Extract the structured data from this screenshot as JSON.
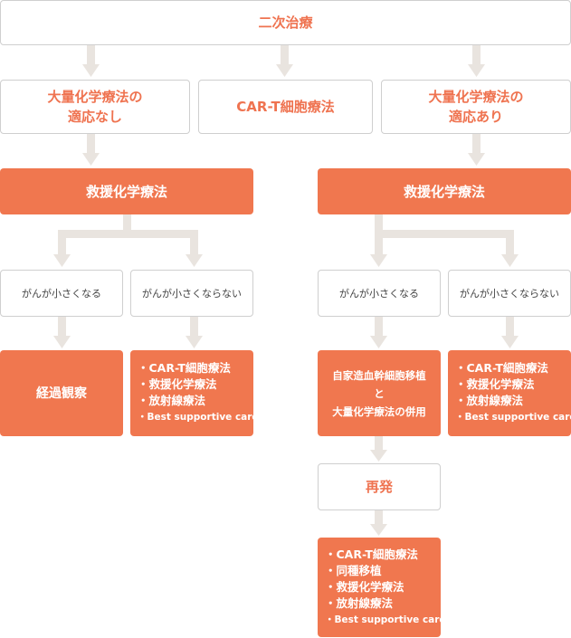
{
  "top": {
    "label": "二次治療"
  },
  "left_branch": {
    "line1": "大量化学療法の",
    "line2": "適応なし"
  },
  "center_branch": {
    "label": "CAR-T細胞療法"
  },
  "right_branch": {
    "line1": "大量化学療法の",
    "line2": "適応あり"
  },
  "salvage_left": {
    "label": "救援化学療法"
  },
  "salvage_right": {
    "label": "救援化学療法"
  },
  "response": {
    "shrinks": "がんが小さくなる",
    "not_shrinks": "がんが小さくならない"
  },
  "outcomes": {
    "observation": "経過観察",
    "left_list": [
      "・CAR-T細胞療法",
      "・救援化学療法",
      "・放射線療法",
      "・Best supportive care"
    ],
    "combo": {
      "line1": "自家造血幹細胞移植",
      "line2": "と",
      "line3": "大量化学療法の併用"
    },
    "right_list": [
      "・CAR-T細胞療法",
      "・救援化学療法",
      "・放射線療法",
      "・Best supportive care"
    ]
  },
  "relapse": {
    "label": "再発"
  },
  "relapse_list": [
    "・CAR-T細胞療法",
    "・同種移植",
    "・救援化学療法",
    "・放射線療法",
    "・Best supportive care"
  ],
  "colors": {
    "accent": "#f0774f",
    "connector": "#e9e4df",
    "border": "#cfcfcf"
  }
}
